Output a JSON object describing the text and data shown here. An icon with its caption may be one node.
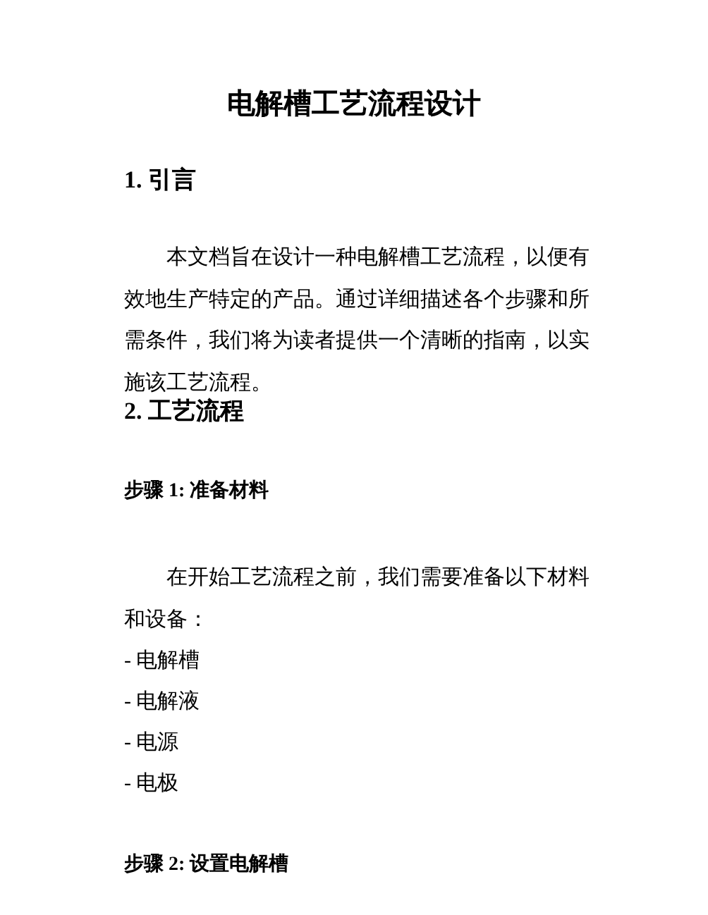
{
  "diagram": {
    "title": "电解槽工艺流程设计",
    "labels": [
      "1. 引言",
      "本文档旨在设计一种电解槽工艺流程，以便有效地生产特定的产品。通过详细描述各个步骤和所需条件，我们将为读者提供一个清晰的指南，以实施该工艺流程。",
      "2. 工艺流程",
      "步骤 1: 准备材料",
      "在开始工艺流程之前，我们需要准备以下材料和设备：",
      "- 电解槽",
      "- 电解液",
      "- 电源",
      "- 电极",
      "步骤 2: 设置电解槽"
    ]
  }
}
